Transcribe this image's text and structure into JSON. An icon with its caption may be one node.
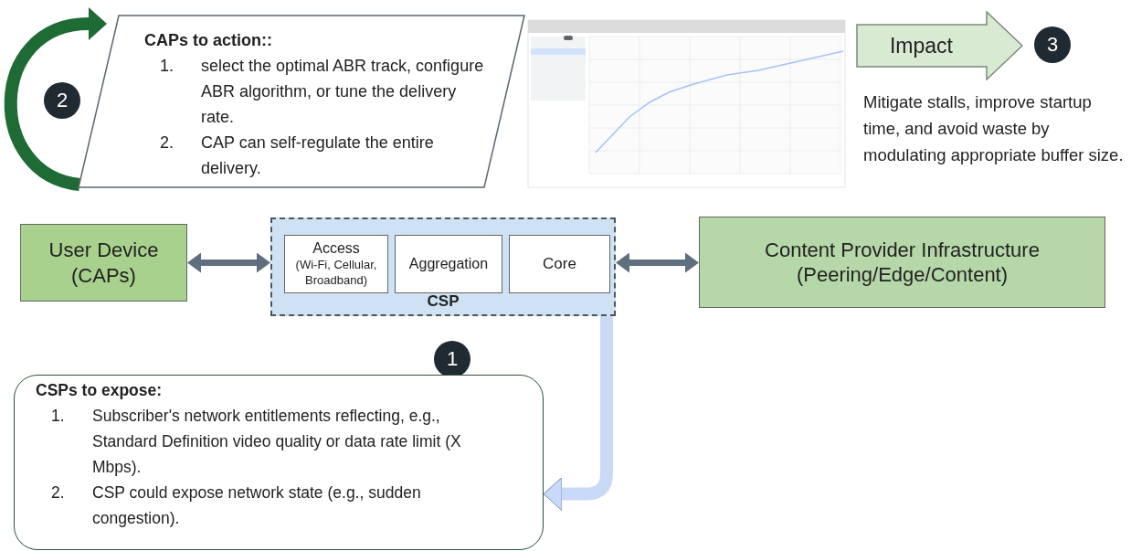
{
  "diagram": {
    "nodes": [
      {
        "text": [
          "2"
        ]
      },
      {
        "text": [
          "CAPs to action::",
          "1.",
          "select the optimal ABR track, configure ABR algorithm, or tune the delivery rate.",
          "2.",
          "CAP can self-regulate the entire delivery."
        ]
      },
      {
        "text": [
          "Impact"
        ]
      },
      {
        "text": [
          "3"
        ]
      },
      {
        "text": [
          "User Device (CAPs)"
        ]
      },
      {
        "text": [
          "CSP"
        ]
      },
      {
        "text": [
          "Access",
          "(Wi-Fi, Cellular, Broadband)"
        ],
        "in": 5
      },
      {
        "text": [
          "Aggregation"
        ],
        "in": 5
      },
      {
        "text": [
          "Core"
        ],
        "in": 5
      },
      {
        "text": [
          "Content Provider Infrastructure (Peering/Edge/Content)"
        ]
      },
      {
        "text": [
          "1"
        ]
      },
      {
        "text": [
          "CSPs to expose:",
          "1.",
          "Subscriber's network entitlements reflecting, e.g., Standard Definition video quality or data rate limit (X Mbps).",
          "2.",
          "CSP could expose network state (e.g., sudden congestion)."
        ]
      }
    ],
    "edges": [
      {
        "from": 1,
        "to": 1,
        "arrow": "to",
        "style": "thick",
        "color": "#1e6b35"
      },
      {
        "from": 4,
        "to": 5,
        "arrow": "both",
        "color": "#5f6f7f"
      },
      {
        "from": 5,
        "to": 9,
        "arrow": "both",
        "color": "#5f6f7f"
      },
      {
        "from": 5,
        "to": 11,
        "arrow": "to",
        "style": "thick",
        "color": "#c9daf8"
      }
    ],
    "labels": [
      "Mitigate stalls, improve startup time, and avoid waste by modulating appropriate buffer size."
    ]
  }
}
